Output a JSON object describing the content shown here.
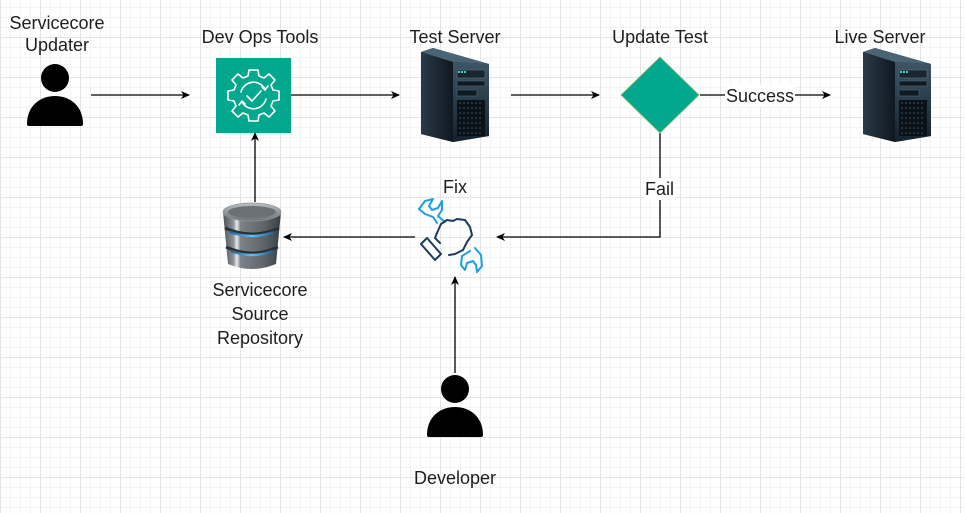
{
  "diagram": {
    "nodes": {
      "updater": {
        "label_line1": "Servicecore",
        "label_line2": "Updater",
        "icon": "person-icon"
      },
      "devops": {
        "label": "Dev Ops Tools",
        "icon": "gear-check-icon",
        "color": "#01A88D"
      },
      "test_server": {
        "label": "Test Server",
        "icon": "server-tower-icon"
      },
      "update_test": {
        "label": "Update Test",
        "shape": "decision-diamond",
        "color": "#01A88D"
      },
      "live_server": {
        "label": "Live Server",
        "icon": "server-tower-icon"
      },
      "fix": {
        "label": "Fix",
        "icon": "wrench-hand-icon",
        "accent": "#1BA1E2",
        "stroke": "#1D3A5F"
      },
      "repository": {
        "label_line1": "Servicecore",
        "label_line2": "Source",
        "label_line3": "Repository",
        "icon": "database-icon"
      },
      "developer": {
        "label": "Developer",
        "icon": "person-icon"
      }
    },
    "edges": [
      {
        "from": "updater",
        "to": "devops",
        "label": ""
      },
      {
        "from": "devops",
        "to": "test_server",
        "label": ""
      },
      {
        "from": "test_server",
        "to": "update_test",
        "label": ""
      },
      {
        "from": "update_test",
        "to": "live_server",
        "label": "Success"
      },
      {
        "from": "update_test",
        "to": "fix",
        "label": "Fail"
      },
      {
        "from": "fix",
        "to": "repository",
        "label": ""
      },
      {
        "from": "repository",
        "to": "devops",
        "label": ""
      },
      {
        "from": "developer",
        "to": "fix",
        "label": ""
      }
    ]
  }
}
